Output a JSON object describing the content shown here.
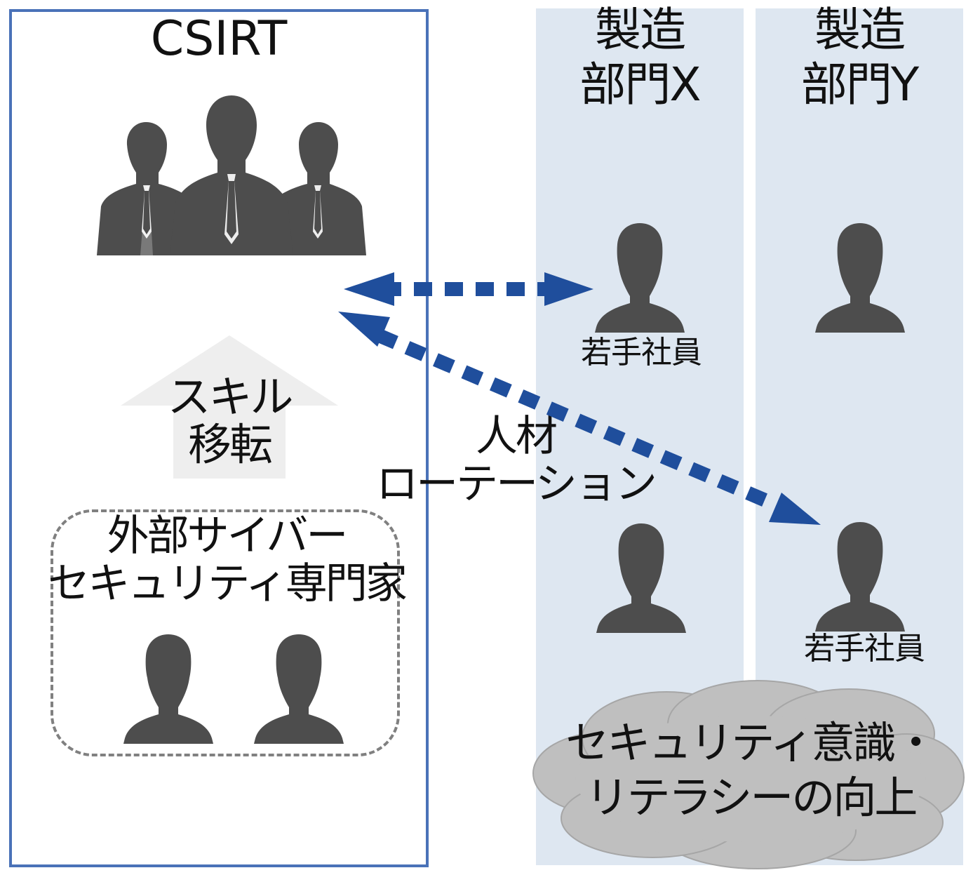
{
  "csirt": {
    "title": "CSIRT"
  },
  "dept_x": {
    "line1": "製造",
    "line2": "部門X",
    "young_staff": "若手社員"
  },
  "dept_y": {
    "line1": "製造",
    "line2": "部門Y",
    "young_staff": "若手社員"
  },
  "skill_transfer": {
    "line1": "スキル",
    "line2": "移転"
  },
  "rotation": {
    "line1": "人材",
    "line2": "ローテーション"
  },
  "experts": {
    "line1": "外部サイバー",
    "line2": "セキュリティ専門家"
  },
  "awareness": {
    "line1": "セキュリティ意識・",
    "line2": "リテラシーの向上"
  },
  "colors": {
    "csirt_border": "#4a72b8",
    "dept_background": "#dee7f1",
    "arrow": "#1f4e9c",
    "person": "#4d4d4d",
    "cloud": "#bfbfbf",
    "skill_arrow": "#eeeeee",
    "expert_border": "#808080"
  },
  "icons": {
    "csirt_team": "group-business-people-icon",
    "staff": "person-silhouette-icon"
  }
}
